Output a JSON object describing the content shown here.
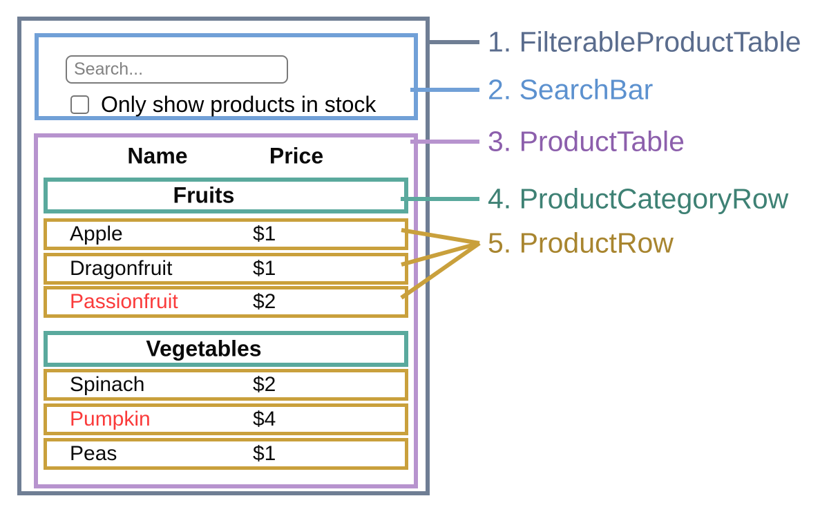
{
  "colors": {
    "filterable_product_table": "#6F7E94",
    "search_bar": "#71A0D7",
    "product_table": "#B793CE",
    "product_category_row": "#5AA99D",
    "product_row": "#C9A03C",
    "out_of_stock_text": "#FA3B3B",
    "legend_1": "#5A6C8D",
    "legend_2": "#5C91CF",
    "legend_3": "#8C5FAC",
    "legend_4": "#3E8174",
    "legend_5": "#A8852F"
  },
  "search_bar": {
    "placeholder": "Search...",
    "checkbox_checked": false,
    "checkbox_label": "Only show products in stock"
  },
  "table": {
    "headers": {
      "name": "Name",
      "price": "Price"
    },
    "categories": [
      {
        "label": "Fruits",
        "rows": [
          {
            "name": "Apple",
            "price": "$1",
            "in_stock": true
          },
          {
            "name": "Dragonfruit",
            "price": "$1",
            "in_stock": true
          },
          {
            "name": "Passionfruit",
            "price": "$2",
            "in_stock": false
          }
        ]
      },
      {
        "label": "Vegetables",
        "rows": [
          {
            "name": "Spinach",
            "price": "$2",
            "in_stock": true
          },
          {
            "name": "Pumpkin",
            "price": "$4",
            "in_stock": false
          },
          {
            "name": "Peas",
            "price": "$1",
            "in_stock": true
          }
        ]
      }
    ]
  },
  "legend": [
    {
      "label": "1. FilterableProductTable"
    },
    {
      "label": "2. SearchBar"
    },
    {
      "label": "3. ProductTable"
    },
    {
      "label": "4. ProductCategoryRow"
    },
    {
      "label": "5. ProductRow"
    }
  ]
}
